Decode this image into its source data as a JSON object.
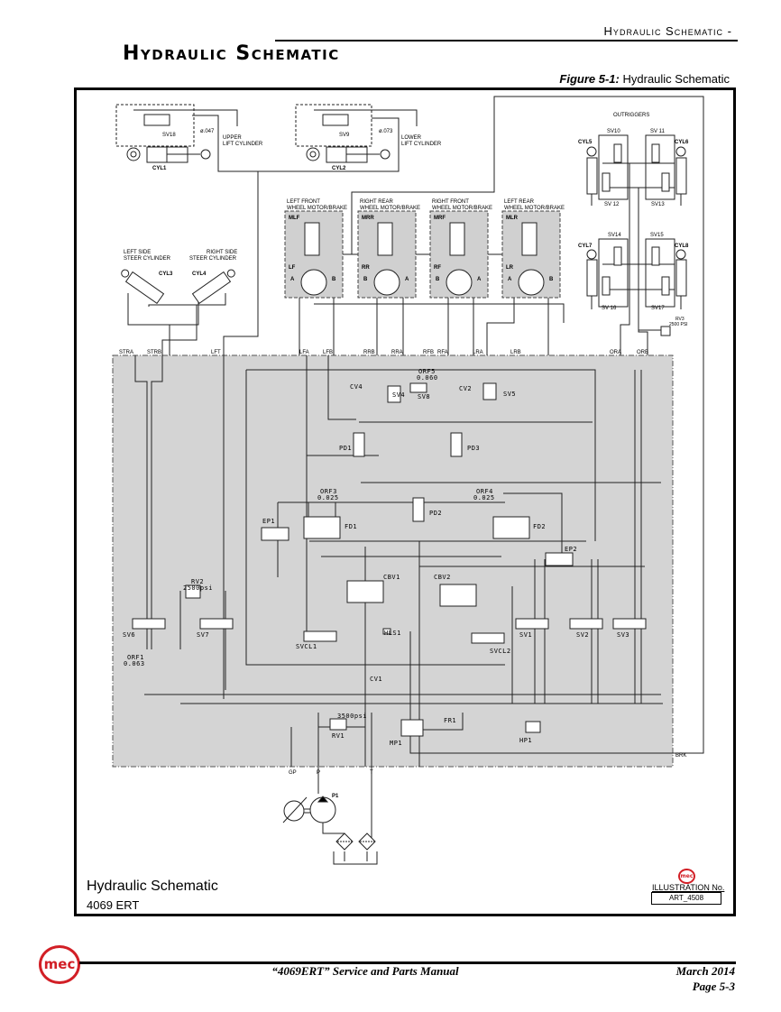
{
  "header": {
    "running_title": "Hydraulic Schematic -",
    "page_title": "Hydraulic Schematic",
    "figure_label": "Figure 5-1:",
    "figure_caption": "Hydraulic Schematic"
  },
  "diagram": {
    "lift": {
      "sv18": "SV18",
      "orifice_upper": "ø.047",
      "upper_1": "UPPER",
      "upper_2": "LIFT CYLINDER",
      "cyl1": "CYL1",
      "sv9": "SV9",
      "orifice_lower": "ø.073",
      "lower_1": "LOWER",
      "lower_2": "LIFT CYLINDER",
      "cyl2": "CYL2"
    },
    "steer": {
      "left_1": "LEFT SIDE",
      "left_2": "STEER CYLINDER",
      "right_1": "RIGHT SIDE",
      "right_2": "STEER CYLINDER",
      "cyl3": "CYL3",
      "cyl4": "CYL4"
    },
    "motors": [
      {
        "title_1": "LEFT FRONT",
        "title_2": "WHEEL MOTOR/BRAKE",
        "id": "MLF",
        "code": "LF",
        "left_port": "A",
        "right_port": "B"
      },
      {
        "title_1": "RIGHT REAR",
        "title_2": "WHEEL MOTOR/BRAKE",
        "id": "MRR",
        "code": "RR",
        "left_port": "B",
        "right_port": "A"
      },
      {
        "title_1": "RIGHT FRONT",
        "title_2": "WHEEL MOTOR/BRAKE",
        "id": "MRF",
        "code": "RF",
        "left_port": "B",
        "right_port": "A"
      },
      {
        "title_1": "LEFT REAR",
        "title_2": "WHEEL MOTOR/BRAKE",
        "id": "MLR",
        "code": "LR",
        "left_port": "A",
        "right_port": "B"
      }
    ],
    "outriggers": {
      "title": "OUTRIGGERS",
      "sv10": "SV10",
      "sv11": "SV 11",
      "sv12": "SV 12",
      "sv13": "SV13",
      "sv14": "SV14",
      "sv15": "SV15",
      "sv16": "SV 16",
      "sv17": "SV17",
      "cyl5": "CYL5",
      "cyl6": "CYL6",
      "cyl7": "CYL7",
      "cyl8": "CYL8",
      "rv3": "RV3",
      "rv3_pressure": "2500 PSI"
    },
    "ports": {
      "stra": "STRA",
      "strb": "STRB",
      "lft": "LFT",
      "lfa": "LFA",
      "lfb": "LFB",
      "rrb": "RRB",
      "rra": "RRA",
      "rfb": "RFB",
      "rfa": "RFA",
      "lra": "LRA",
      "lrb": "LRB",
      "ora": "ORA",
      "orb": "ORB",
      "gp": "GP",
      "p": "P",
      "t": "T",
      "brk": "BRK"
    },
    "manifold": {
      "cv4": "CV4",
      "sv4": "SV4",
      "orf5": "ORF5",
      "orf5_size": "0.060",
      "sv8": "SV8",
      "cv2": "CV2",
      "sv5": "SV5",
      "pd1": "PD1",
      "pd3": "PD3",
      "orf3": "ORF3",
      "orf3_size": "0.025",
      "pd2": "PD2",
      "orf4": "ORF4",
      "orf4_size": "0.025",
      "ep1": "EP1",
      "fd1": "FD1",
      "fd2": "FD2",
      "ep2": "EP2",
      "rv2": "RV2",
      "rv2_pressure": "2500psi",
      "cbv1": "CBV1",
      "cbv2": "CBV2",
      "sv6": "SV6",
      "sv7": "SV7",
      "svcl1": "SVCL1",
      "hls1": "HLS1",
      "svcl2": "SVCL2",
      "sv1": "SV1",
      "sv2": "SV2",
      "sv3": "SV3",
      "orf1": "ORF1",
      "orf1_size": "0.063",
      "cv1": "CV1",
      "rv1_pressure": "3500psi",
      "rv1": "RV1",
      "fr1": "FR1",
      "mp1": "MP1",
      "hp1": "HP1"
    },
    "pump": "P1"
  },
  "illustration": {
    "title": "Hydraulic Schematic",
    "model": "4069 ERT",
    "number_label": "ILLUSTRATION No.",
    "number": "ART_4508",
    "logo_text": "mec"
  },
  "footer": {
    "logo_text": "mec",
    "manual": "“4069ERT” Service and Parts Manual",
    "date": "March 2014",
    "page": "Page 5-3"
  },
  "colors": {
    "brand_red": "#d21f26",
    "manifold_fill": "#d4d4d4",
    "motor_fill": "#d0d0d0"
  }
}
